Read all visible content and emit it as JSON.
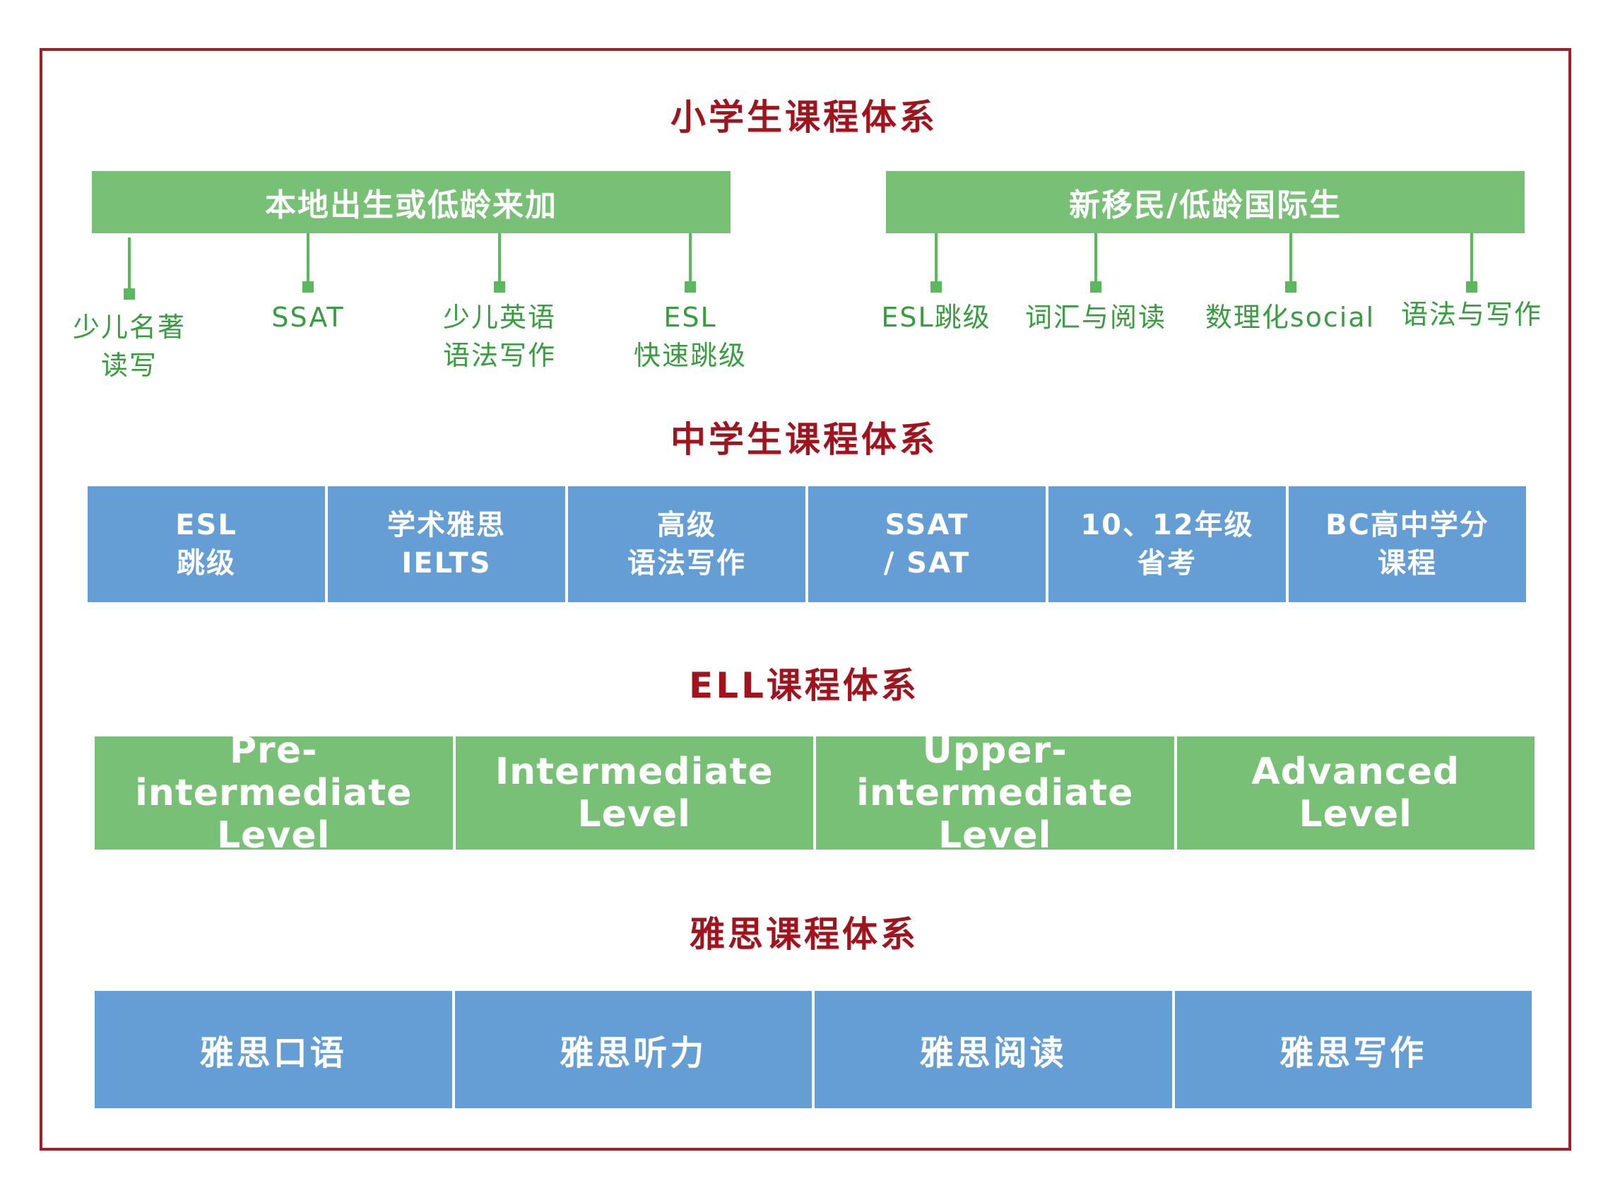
{
  "sections": {
    "primary": {
      "title": "小学生课程体系",
      "branch_left": {
        "label": "本地出生或低龄来加",
        "items": [
          "少儿名著\n读写",
          "SSAT",
          "少儿英语\n语法写作",
          "ESL\n快速跳级"
        ]
      },
      "branch_right": {
        "label": "新移民/低龄国际生",
        "items": [
          "ESL跳级",
          "词汇与阅读",
          "数理化social",
          "语法与写作"
        ]
      }
    },
    "secondary": {
      "title": "中学生课程体系",
      "items": [
        "ESL\n跳级",
        "学术雅思\nIELTS",
        "高级\n语法写作",
        "SSAT\n/ SAT",
        "10、12年级\n省考",
        "BC高中学分\n课程"
      ]
    },
    "ell": {
      "title": "ELL课程体系",
      "items": [
        "Pre-intermediate\nLevel",
        "Intermediate\nLevel",
        "Upper-intermediate\nLevel",
        "Advanced\nLevel"
      ]
    },
    "ielts": {
      "title": "雅思课程体系",
      "items": [
        "雅思口语",
        "雅思听力",
        "雅思阅读",
        "雅思写作"
      ]
    }
  },
  "colors": {
    "title_red": "#a0141e",
    "frame_red": "#a31d2a",
    "green": "#78c076",
    "blue": "#659ed5",
    "leaf_text_green": "#3a9c40"
  }
}
